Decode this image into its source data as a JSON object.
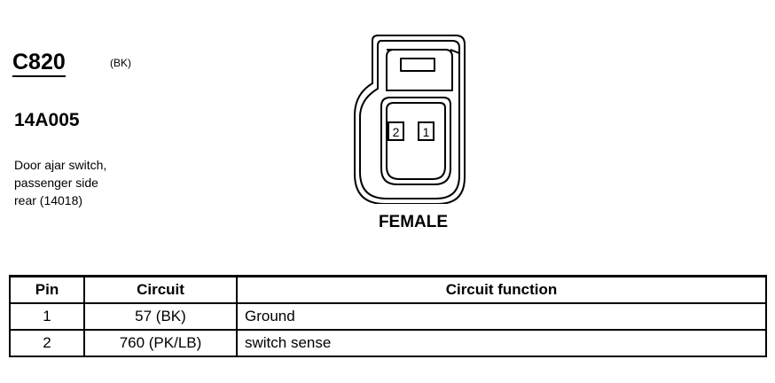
{
  "connector": {
    "id": "C820",
    "color_code": "(BK)",
    "part_number": "14A005",
    "description_lines": [
      "Door ajar switch,",
      "passenger side",
      "rear (14018)"
    ]
  },
  "view_label": "FEMALE",
  "cavity_labels": [
    "2",
    "1"
  ],
  "table": {
    "headers": [
      "Pin",
      "Circuit",
      "Circuit function"
    ],
    "rows": [
      {
        "pin": "1",
        "circuit": "57 (BK)",
        "function": "Ground"
      },
      {
        "pin": "2",
        "circuit": "760 (PK/LB)",
        "function": "switch sense"
      }
    ]
  }
}
